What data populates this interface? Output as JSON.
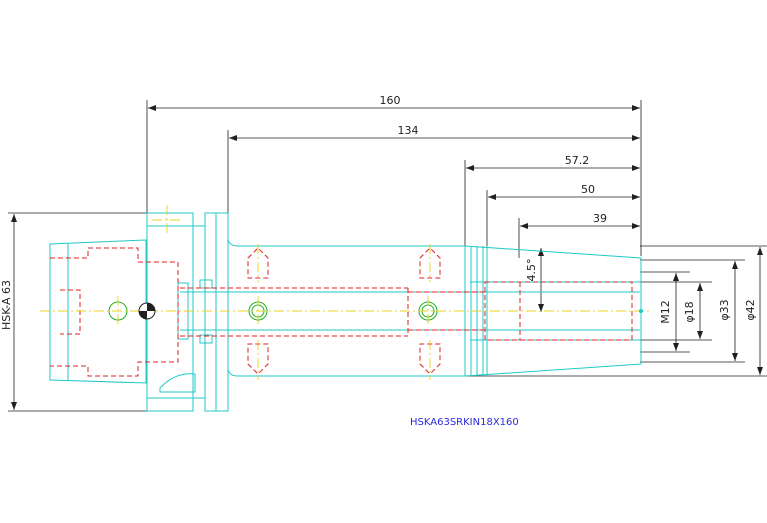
{
  "drawing": {
    "part_label": "HSKA63SRKIN18X160",
    "dimensions": {
      "overall_length": "160",
      "length_134": "134",
      "length_57_2": "57.2",
      "length_50": "50",
      "length_39": "39",
      "taper_angle": "4.5°",
      "thread": "M12",
      "dia_18": "φ18",
      "dia_33": "φ33",
      "dia_42": "φ42",
      "shank_size": "HSK-A 63"
    },
    "colors": {
      "outline": "#20c8c8",
      "hidden_lines": "#e02020",
      "center_lines": "#e8d020",
      "holes": "#20b020",
      "dimension_lines": "#202020",
      "label": "#2a2ae0"
    }
  }
}
